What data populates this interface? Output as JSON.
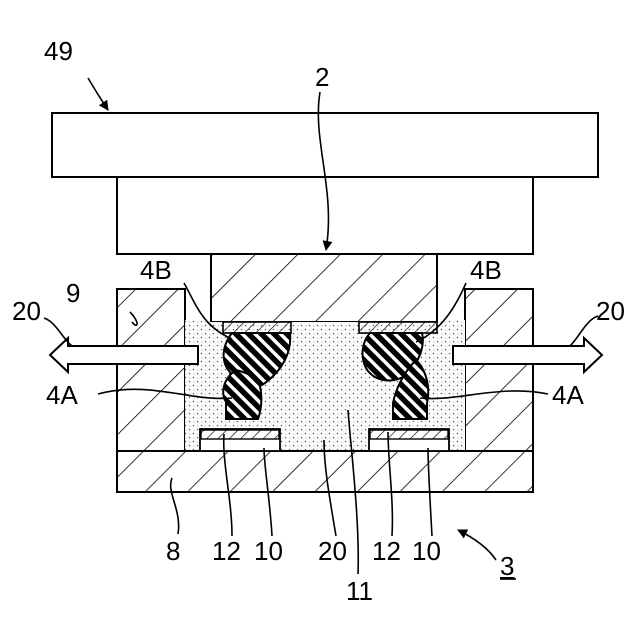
{
  "figure": {
    "colors": {
      "ink": "#000000",
      "paper": "#ffffff",
      "dots": "#555555"
    },
    "labels": {
      "n49": "49",
      "n2": "2",
      "n4b_left": "4B",
      "n4b_right": "4B",
      "n9": "9",
      "n20_left": "20",
      "n20_right": "20",
      "n4a_left": "4A",
      "n4a_right": "4A",
      "n8": "8",
      "n12_left": "12",
      "n10_left": "10",
      "n20_center": "20",
      "n12_right": "12",
      "n10_right": "10",
      "n11": "11",
      "n3": "3"
    }
  }
}
